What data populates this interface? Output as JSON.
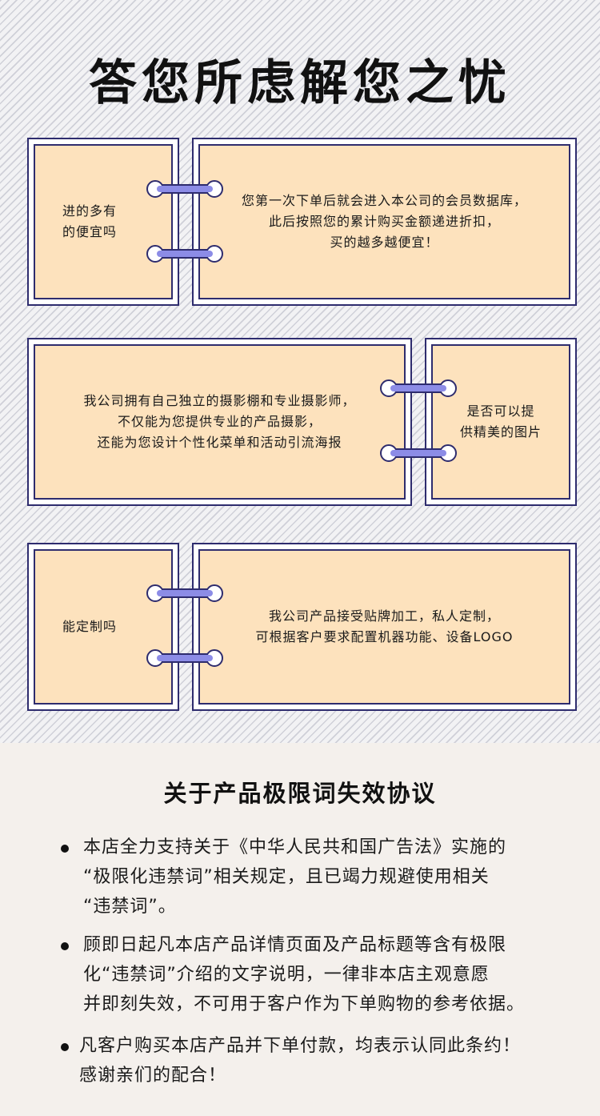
{
  "title": "答您所虑解您之忧",
  "faq": [
    {
      "question": "进的多有\n的便宜吗",
      "answer": "您第一次下单后就会进入本公司的会员数据库，\n此后按照您的累计购买金额递进折扣，\n买的越多越便宜！"
    },
    {
      "question": "是否可以提\n供精美的图片",
      "answer": "我公司拥有自己独立的摄影棚和专业摄影师，\n不仅能为您提供专业的产品摄影，\n还能为您设计个性化菜单和活动引流海报"
    },
    {
      "question": "能定制吗",
      "answer": "我公司产品接受贴牌加工，私人定制，\n可根据客户要求配置机器功能、设备LOGO"
    }
  ],
  "notice": {
    "title": "关于产品极限词失效协议",
    "items": [
      "本店全力支持关于《中华人民共和国广告法》实施的\n“极限化违禁词”相关规定，且已竭力规避使用相关\n“违禁词”。",
      "顾即日起凡本店产品详情页面及产品标题等含有极限\n化“违禁词”介绍的文字说明，一律非本店主观意愿\n并即刻失效，不可用于客户作为下单购物的参考依据。",
      "凡客户购买本店产品并下单付款，均表示认同此条约！\n感谢亲们的配合！"
    ]
  },
  "colors": {
    "card_fill": "#fde2bd",
    "border": "#2e2c6e",
    "ring": "#8c8ce6"
  }
}
